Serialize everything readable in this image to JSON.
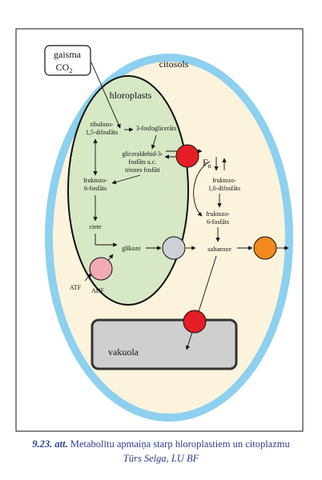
{
  "diagram": {
    "inputs": {
      "box_line1": "gaisma",
      "box_line2": "CO",
      "box_line2_sub": "2"
    },
    "compartments": {
      "cytosol": "citosols",
      "chloroplast": "hloroplasts",
      "vacuole": "vakuola"
    },
    "chloroplast_labels": {
      "ribulose_1": "ribulozo-",
      "ribulose_2": "1,5-difosfāts",
      "pga": "3-fosfoglicerāts",
      "gap_1": "gliceraldehid-3-",
      "gap_2": "fosfāts u.c.",
      "gap_3": "triozes fosfāti",
      "f6p_1": "fruktozo-",
      "f6p_2": "6-fosfāts",
      "starch": "ciete",
      "glucose": "glikoze",
      "atp": "ATF",
      "adp": "ADF"
    },
    "cytosol_labels": {
      "fn": "F",
      "fn_sub": "n",
      "fbp_1": "fruktozo-",
      "fbp_2": "1,6-difosfāts",
      "f6p_1": "fruktozo-",
      "f6p_2": "6-fosfāts",
      "sucrose": "saharoze"
    },
    "colors": {
      "cell_wall": "#8dd0ef",
      "cytosol": "#fcf3dc",
      "chloroplast": "#d6e8c4",
      "vacuole": "#cfcfcf",
      "transporter_red": "#e41e26",
      "transporter_gray": "#cfcfd6",
      "transporter_pink": "#f2aab7",
      "transporter_orange": "#f28a1e"
    }
  },
  "caption": {
    "number": "9.23.",
    "abbr": "att.",
    "title": "Metabolītu apmaiņa starp hloroplastiem un citoplazmu",
    "author": "Tūrs Selga, LU BF"
  }
}
